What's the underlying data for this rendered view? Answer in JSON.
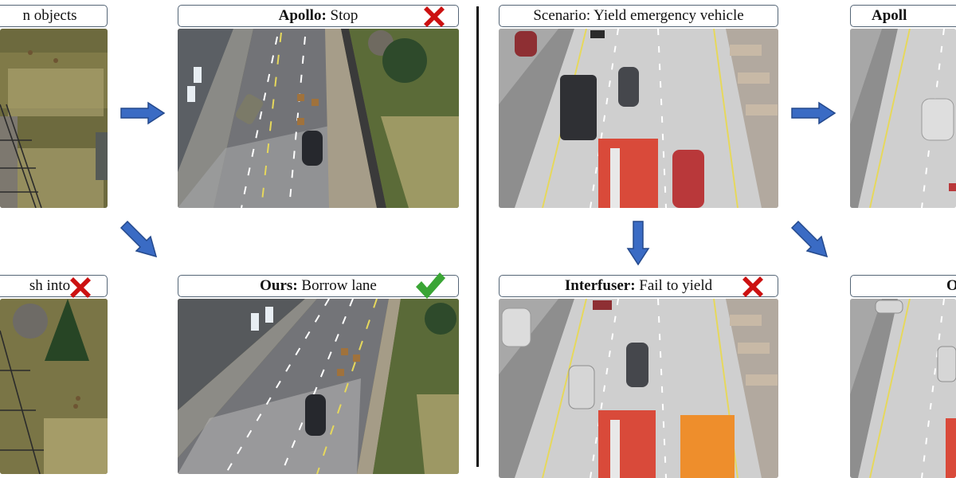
{
  "left": {
    "captions": {
      "topleft": "n objects",
      "topright_bold": "Apollo:",
      "topright_rest": "Stop",
      "bottomleft": "sh into",
      "bottomright_bold": "Ours:",
      "bottomright_rest": "Borrow lane"
    }
  },
  "right": {
    "captions": {
      "topleft": "Scenario: Yield emergency vehicle",
      "topright_bold": "Apoll",
      "bottomleft_bold": "Interfuser:",
      "bottomleft_rest": "Fail to yield",
      "bottomright_bold": "O"
    }
  },
  "icons": {
    "fail": "cross-mark-icon",
    "success": "check-mark-icon",
    "arrow": "arrow-icon"
  },
  "colors": {
    "fail": "#cc1111",
    "success": "#3aa535",
    "arrow": "#3a6bc4",
    "caption_border": "#556677"
  }
}
